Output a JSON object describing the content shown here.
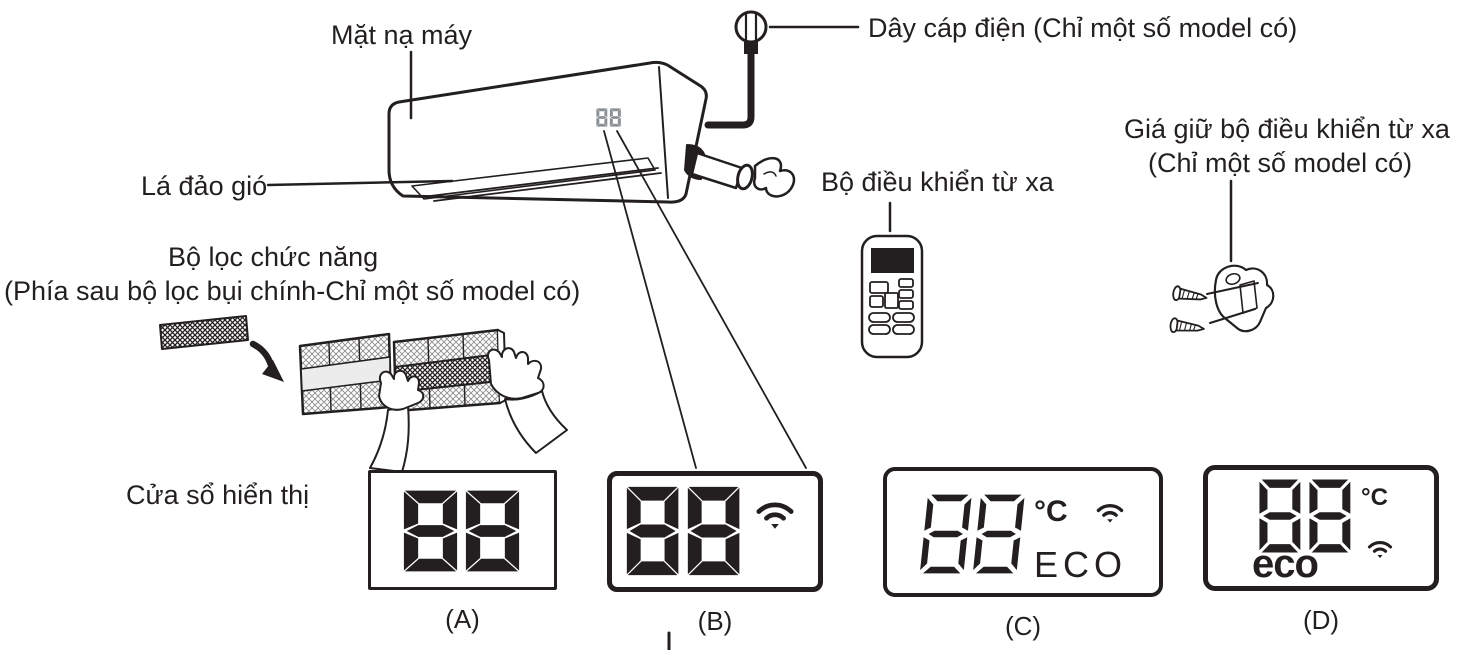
{
  "colors": {
    "ink": "#231f20",
    "background": "#ffffff",
    "unit_display_gray": "#8a8f93"
  },
  "labels": {
    "front_panel": "Mặt nạ máy",
    "power_cable": "Dây cáp điện (Chỉ một số model có)",
    "louver": "Lá đảo gió",
    "function_filter_line1": "Bộ lọc chức năng",
    "function_filter_line2": "(Phía sau bộ lọc bụi chính-Chỉ một số model có)",
    "remote_control": "Bộ điều khiển từ xa",
    "remote_holder_line1": "Giá giữ bộ điều khiển từ xa",
    "remote_holder_line2": "(Chỉ một số model có)",
    "display_window": "Cửa sổ hiển thị"
  },
  "unit": {
    "display_digits": "88"
  },
  "icons": {
    "wifi": "wifi-icon",
    "plug": "power-plug-icon",
    "screws": "screw-icon"
  },
  "displays": [
    {
      "caption": "(A)",
      "digits": "88"
    },
    {
      "caption": "(B)",
      "digits": "88",
      "has_wifi": true
    },
    {
      "caption": "(C)",
      "digits": "88",
      "temp_unit": "°C",
      "eco": "ECO",
      "has_wifi": true
    },
    {
      "caption": "(D)",
      "digits": "88",
      "temp_unit": "°C",
      "eco": "eco",
      "has_wifi": true
    }
  ]
}
